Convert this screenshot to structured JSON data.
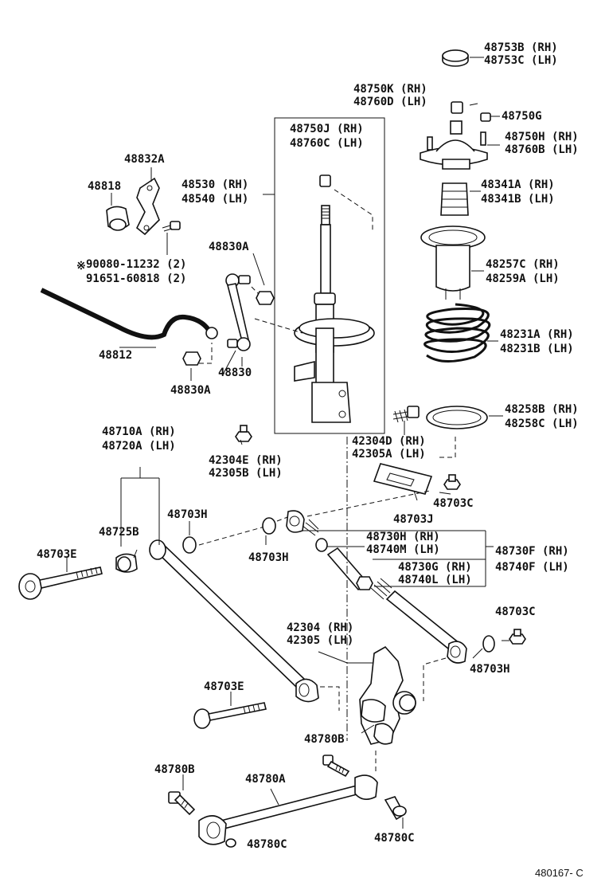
{
  "diagram": {
    "labels": {
      "p48753": [
        "48753B (RH)",
        "48753C (LH)"
      ],
      "p48750k": [
        "48750K (RH)",
        "48760D (LH)"
      ],
      "p48750g": "48750G",
      "p48750h": [
        "48750H (RH)",
        "48760B (LH)"
      ],
      "p48750j": [
        "48750J (RH)",
        "48760C (LH)"
      ],
      "p48530": [
        "48530 (RH)",
        "48540 (LH)"
      ],
      "p48341": [
        "48341A (RH)",
        "48341B (LH)"
      ],
      "p48832a": "48832A",
      "p48818": "48818",
      "p48830a_top": "48830A",
      "p48257": [
        "48257C (RH)",
        "48259A (LH)"
      ],
      "p90080": "90080-11232 (2)",
      "p90080_mark": "※",
      "p91651": "91651-60818 (2)",
      "p48231": [
        "48231A (RH)",
        "48231B (LH)"
      ],
      "p48812": "48812",
      "p48830": "48830",
      "p48830a_bot": "48830A",
      "p48258": [
        "48258B (RH)",
        "48258C (LH)"
      ],
      "p48710": [
        "48710A (RH)",
        "48720A (LH)"
      ],
      "p42304d": [
        "42304D (RH)",
        "42305A (LH)"
      ],
      "p42304e": [
        "42304E (RH)",
        "42305B (LH)"
      ],
      "p48703c_1": "48703C",
      "p48703j": "48703J",
      "p48703h_1": "48703H",
      "p48725b": "48725B",
      "p48730h": [
        "48730H (RH)",
        "48740M (LH)"
      ],
      "p48730f": [
        "48730F (RH)",
        "48740F (LH)"
      ],
      "p48703e_1": "48703E",
      "p48703h_2": "48703H",
      "p48730g": [
        "48730G (RH)",
        "48740L (LH)"
      ],
      "p48703c_2": "48703C",
      "p42304": [
        "42304 (RH)",
        "42305 (LH)"
      ],
      "p48703h_3": "48703H",
      "p48703e_2": "48703E",
      "p48780b_1": "48780B",
      "p48780b_2": "48780B",
      "p48780a": "48780A",
      "p48780c_1": "48780C",
      "p48780c_2": "48780C",
      "ref": "480167- C"
    },
    "colors": {
      "ink": "#111111",
      "paper": "#ffffff"
    }
  }
}
